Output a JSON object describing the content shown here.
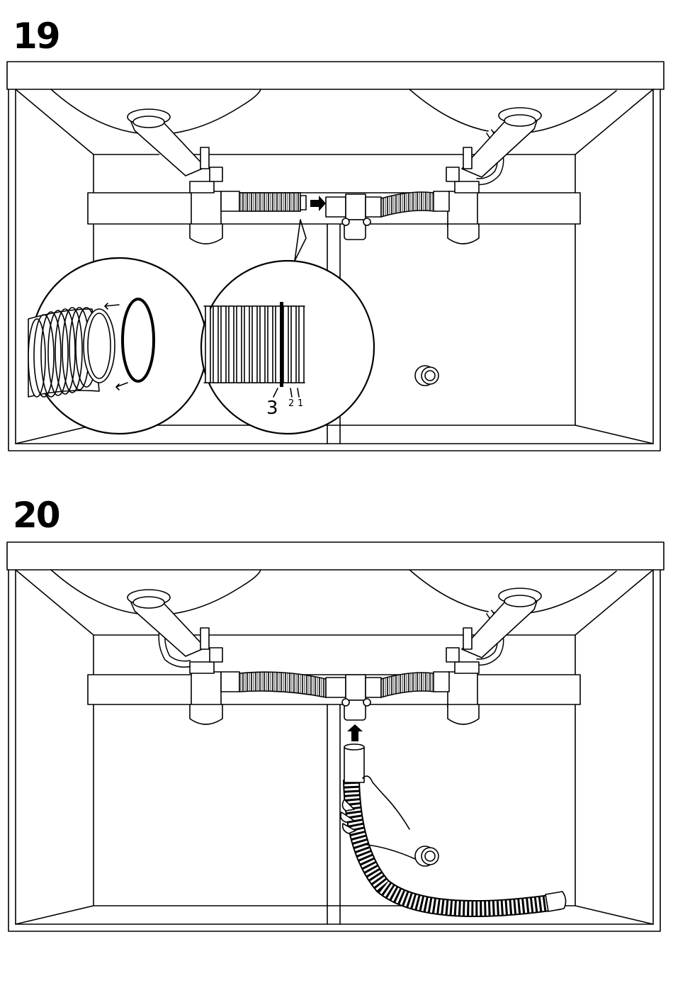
{
  "steps": [
    {
      "number": "19",
      "detail_labels": [
        "3",
        "2",
        "1"
      ]
    },
    {
      "number": "20"
    }
  ]
}
